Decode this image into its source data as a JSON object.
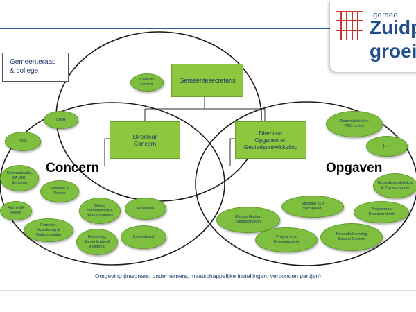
{
  "logo": {
    "small": "gemee",
    "line1": "Zuidp",
    "line2": "groei"
  },
  "raad": "Gemeenteraad\n& college",
  "labels": {
    "concern": "Concern",
    "opgaven": "Opgaven"
  },
  "secretaris": "Gemeentesecretaris",
  "directeur_concern": "Directeur\nConcern",
  "directeur_opgaven": "Directeur\nOpgaven en\nGebiedsontwikkeling",
  "concern_control": "Concern\ncontrol",
  "concern_items": {
    "ibor": "IBOR",
    "kcc": "KCC",
    "communicatie": "Communicatie,\nZA, HR,\n& inkoop",
    "kwaliteit": "Kwaliteit &\nProces",
    "ruimtelijk": "Ruimtelijk\nBeleid",
    "beleid": "Beleid\nSamenleving &\nBestuursadvies",
    "financien": "Financiën",
    "formatie": "Formatie,\nVoordering &\nOndersteuning",
    "uitvoering": "Uitvoering,\nSamenleving &\nVeiligheid",
    "buitendienst": "Buitendienst"
  },
  "opgaven_items": {
    "doorontwikkelen": "Doorontwikkelen\nP&C-cyclus",
    "dots": "[.....]",
    "gebiedsontw": "Gebiedsontwikkeling\n& Planeconomie",
    "stichting": "Stichting ZOI\nvormgeven",
    "programma_duurzaam": "Programma\nDuurzaamheid",
    "midden_gebied": "Midden Gebied\nZuidplaspolder",
    "programma_omgev": "Programma\nOmgevingswet",
    "kostenbeheersing": "Kostenbeheersing\nSociaal Domein"
  },
  "footer": "Omgeving (inwoners, ondernemers, maatschappelijke instellingen, verbonden partijen)",
  "colors": {
    "node": "#7fbf3f",
    "text": "#1f3a6b",
    "accent": "#1f4e8c",
    "logo_red": "#c8352b"
  }
}
